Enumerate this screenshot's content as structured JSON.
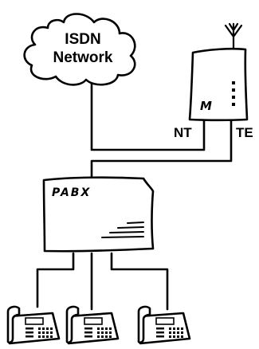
{
  "cloud": {
    "line1": "ISDN",
    "line2": "Network"
  },
  "modem": {
    "label": "M"
  },
  "ports": {
    "nt": "NT",
    "te": "TE"
  },
  "pabx": {
    "label": "PABX"
  },
  "phones": [
    {
      "id": 1
    },
    {
      "id": 2
    },
    {
      "id": 3
    }
  ],
  "colors": {
    "ink": "#000000",
    "background": "#ffffff"
  }
}
